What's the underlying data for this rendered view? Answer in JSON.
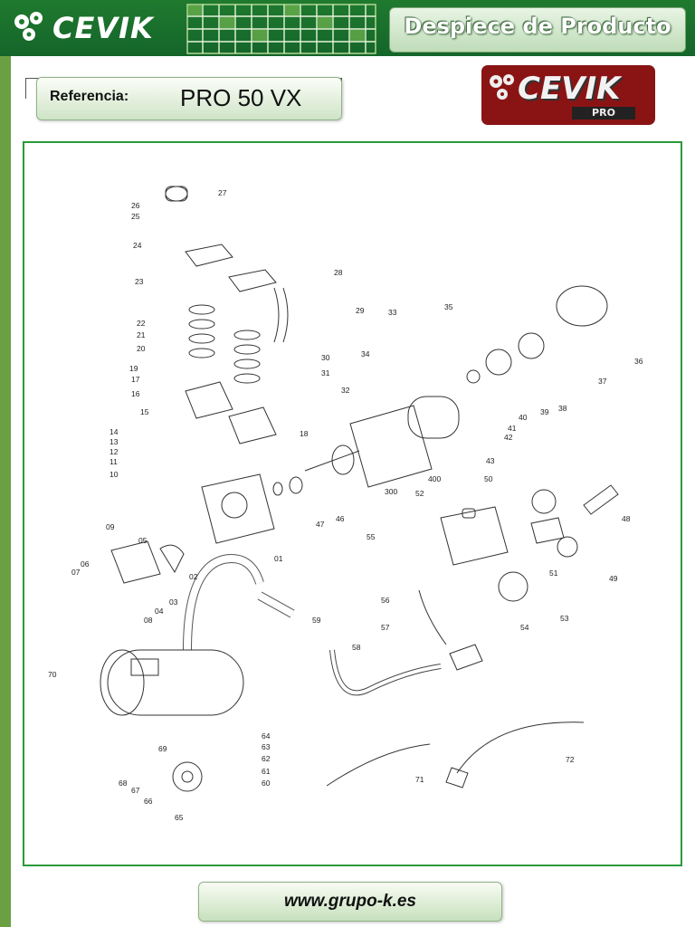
{
  "header": {
    "brand": "CEVIK",
    "title": "Despiece de Producto"
  },
  "reference": {
    "label": "Referencia:",
    "value": "PRO 50 VX"
  },
  "logo2": {
    "brand": "CEVIK",
    "sub": "PRO"
  },
  "diagram": {
    "parts": [
      {
        "n": "27"
      },
      {
        "n": "26"
      },
      {
        "n": "25"
      },
      {
        "n": "24"
      },
      {
        "n": "28"
      },
      {
        "n": "23"
      },
      {
        "n": "29"
      },
      {
        "n": "33"
      },
      {
        "n": "35"
      },
      {
        "n": "22"
      },
      {
        "n": "21"
      },
      {
        "n": "20"
      },
      {
        "n": "34"
      },
      {
        "n": "30"
      },
      {
        "n": "36"
      },
      {
        "n": "19"
      },
      {
        "n": "17"
      },
      {
        "n": "31"
      },
      {
        "n": "37"
      },
      {
        "n": "16"
      },
      {
        "n": "32"
      },
      {
        "n": "38"
      },
      {
        "n": "39"
      },
      {
        "n": "40"
      },
      {
        "n": "15"
      },
      {
        "n": "18"
      },
      {
        "n": "41"
      },
      {
        "n": "42"
      },
      {
        "n": "14"
      },
      {
        "n": "13"
      },
      {
        "n": "12"
      },
      {
        "n": "43"
      },
      {
        "n": "11"
      },
      {
        "n": "10"
      },
      {
        "n": "400"
      },
      {
        "n": "50"
      },
      {
        "n": "300"
      },
      {
        "n": "52"
      },
      {
        "n": "48"
      },
      {
        "n": "47"
      },
      {
        "n": "46"
      },
      {
        "n": "09"
      },
      {
        "n": "05"
      },
      {
        "n": "55"
      },
      {
        "n": "06"
      },
      {
        "n": "07"
      },
      {
        "n": "01"
      },
      {
        "n": "02"
      },
      {
        "n": "51"
      },
      {
        "n": "49"
      },
      {
        "n": "03"
      },
      {
        "n": "04"
      },
      {
        "n": "08"
      },
      {
        "n": "56"
      },
      {
        "n": "59"
      },
      {
        "n": "53"
      },
      {
        "n": "54"
      },
      {
        "n": "57"
      },
      {
        "n": "58"
      },
      {
        "n": "70"
      },
      {
        "n": "64"
      },
      {
        "n": "63"
      },
      {
        "n": "62"
      },
      {
        "n": "69"
      },
      {
        "n": "61"
      },
      {
        "n": "60"
      },
      {
        "n": "72"
      },
      {
        "n": "68"
      },
      {
        "n": "67"
      },
      {
        "n": "71"
      },
      {
        "n": "66"
      },
      {
        "n": "65"
      }
    ]
  },
  "footer": {
    "url": "www.grupo-k.es"
  },
  "colors": {
    "header_green": "#1f7a2e",
    "frame_green": "#2a9a3a",
    "logo2_red": "#8a1414"
  }
}
